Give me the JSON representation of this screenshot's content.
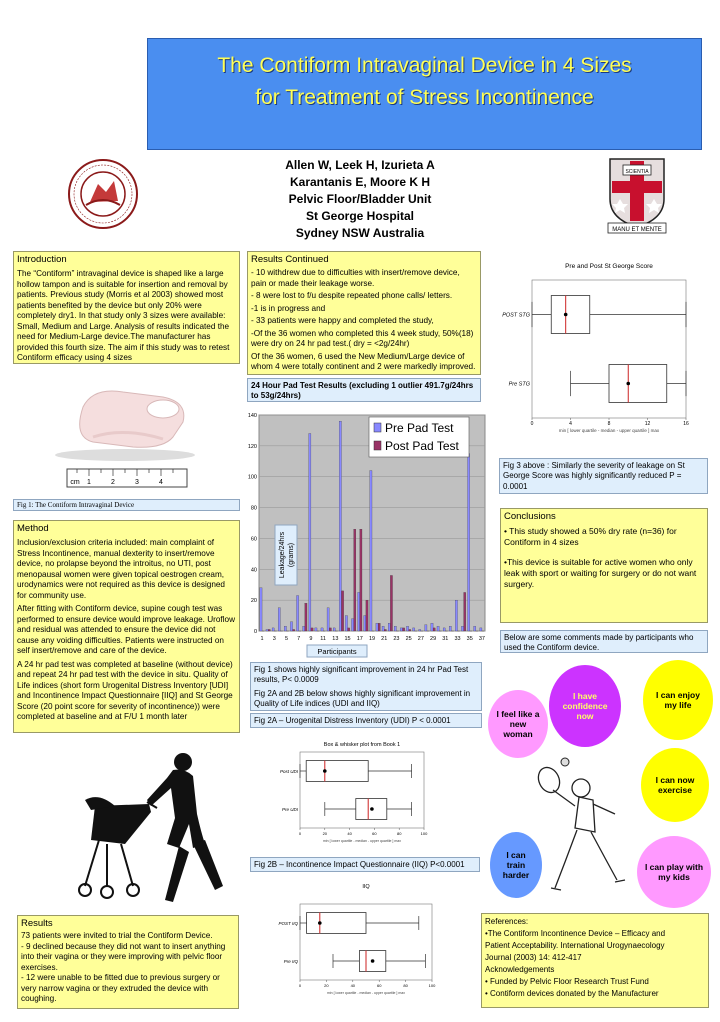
{
  "title": {
    "line1": "The Contiform Intravaginal Device in 4 Sizes",
    "line2": "for Treatment of Stress Incontinence"
  },
  "authors": [
    "Allen W, Leek H, Izurieta A",
    "Karantanis E, Moore K H",
    "Pelvic Floor/Bladder Unit",
    "St  George Hospital",
    "Sydney NSW Australia"
  ],
  "logo_left": {
    "icon": "st-george-hospital-seal-icon"
  },
  "logo_right": {
    "icon": "unsw-crest-icon",
    "motto": "MANU ET MENTE",
    "book": "SCIENTIA"
  },
  "introduction": {
    "heading": "Introduction",
    "text": "The “Contiform” intravaginal device is shaped like a large hollow tampon and is suitable for insertion and removal by patients. Previous study (Morris et al 2003) showed most patients benefited by the device but only 20% were completely dry1. In that study only 3 sizes were available: Small, Medium and Large. Analysis of results indicated the need for Medium-Large device.The manufacturer has provided this fourth size. The aim if this study was to retest Contiform efficacy using 4 sizes"
  },
  "fig1_caption": "Fig 1: The Contiform Intravaginal Device",
  "ruler_labels": [
    "cm",
    "1",
    "2",
    "3",
    "4"
  ],
  "method": {
    "heading": "Method",
    "paragraphs": [
      "Inclusion/exclusion criteria included: main complaint of Stress Incontinence, manual dexterity to insert/remove device, no prolapse beyond the introitus, no UTI,  post menopausal women were given topical oestrogen cream, urodynamics were not required as this device is designed for community use.",
      "After  fitting with Contiform device, supine cough test was performed to ensure device would improve leakage. Uroflow and residual was attended to ensure the device did not cause any voiding difficulties. Patients were instructed on self insert/remove and care of the device.",
      "A 24 hr pad test was completed at baseline (without device) and repeat 24 hr pad test with the device in situ. Quality of Life indices (short form Urogenital Distress Inventory [UDI] and Incontinence Impact Questionnaire [IIQ]  and St George Score (20 point score for severity of incontinence)) were completed at baseline and at F/U 1 month later"
    ]
  },
  "results_continued": {
    "heading": "Results Continued",
    "items": [
      "- 10 withdrew due to difficulties with insert/remove device, pain or made their leakage worse.",
      "- 8 were lost to f/u despite repeated phone calls/ letters.",
      "-1 is in progress and",
      "- 33 patients were happy and completed the study,",
      "-Of the 36 women who completed this 4 week study, 50%(18) were dry on 24 hr pad test.( dry = <2g/24hr)",
      "Of the 36 women, 6 used the New Medium/Large device of whom 4 were totally continent and 2 were markedly improved."
    ]
  },
  "pad_chart_title": "24 Hour Pad Test Results (excluding 1 outlier 491.7g/24hrs to 53g/24hrs)",
  "fig1_desc": {
    "p1": "Fig 1 shows highly significant improvement in 24 hr  Pad Test  results, P< 0.0009",
    "p2": "Fig 2A and 2B below shows highly significant improvement in Quality of Life indices (UDI and IIQ)"
  },
  "fig2a_caption": "Fig 2A – Urogenital Distress Inventory (UDI) P < 0.0001",
  "fig2b_caption": "Fig 2B – Incontinence Impact Questionnaire (IIQ) P<0.0001",
  "fig3_caption": "Fig 3 above : Similarly the severity of leakage on St George Score was highly significantly reduced  P = 0.0001",
  "conclusions": {
    "heading": "Conclusions",
    "items": [
      "• This study showed a 50% dry rate (n=36) for Contiform in 4 sizes",
      "•This device is suitable for active women who only leak with sport or waiting for surgery or do not want surgery."
    ]
  },
  "comments_caption": "Below are some comments made by participants who used the Contiform device.",
  "bubbles": [
    {
      "text": "I have confidence now",
      "color": "#cc33ff"
    },
    {
      "text": "I can enjoy my life",
      "color": "#ffff00"
    },
    {
      "text": "I feel like a new woman",
      "color": "#ff99ff"
    },
    {
      "text": "I can now exercise",
      "color": "#ffff00"
    },
    {
      "text": "I can train harder",
      "color": "#6699ff"
    },
    {
      "text": "I can play with my kids",
      "color": "#ff99ff"
    }
  ],
  "results": {
    "heading": "Results",
    "items": [
      "73 patients were invited to trial the Contiform Device.",
      "- 9 declined because they did not want to insert anything into their vagina or they were improving with pelvic floor exercises.",
      "- 12 were unable to be fitted due to previous surgery or very narrow vagina or they extruded the device with coughing."
    ]
  },
  "references": {
    "items": [
      "References:",
      "•The Contiform Incontinence Device – Efficacy and",
      " Patient Acceptability. International Urogynaecology",
      " Journal (2003) 14: 412-417",
      "Acknowledgements",
      "• Funded by Pelvic Floor Research Trust Fund",
      "• Contiform devices donated by the Manufacturer"
    ]
  },
  "chart_data": [
    {
      "type": "bar",
      "title": "",
      "xlabel": "Participants",
      "ylabel": "Leakage/24hrs (grams)",
      "ylim": [
        0,
        140
      ],
      "yticks": [
        0,
        20,
        40,
        60,
        80,
        100,
        120,
        140
      ],
      "xtick_labels": [
        "1",
        "3",
        "5",
        "7",
        "9",
        "11",
        "13",
        "15",
        "17",
        "19",
        "21",
        "23",
        "25",
        "27",
        "29",
        "31",
        "33",
        "35",
        "37"
      ],
      "categories": [
        1,
        2,
        3,
        4,
        5,
        6,
        7,
        8,
        9,
        10,
        11,
        12,
        13,
        14,
        15,
        16,
        17,
        18,
        19,
        20,
        21,
        22,
        23,
        24,
        25,
        26,
        27,
        28,
        29,
        30,
        31,
        32,
        33,
        34,
        35,
        36,
        37
      ],
      "series": [
        {
          "name": "Pre Pad Test",
          "color": "#8888ff",
          "values": [
            28,
            1,
            2,
            15,
            3,
            6,
            23,
            3,
            128,
            2,
            2,
            15,
            2,
            136,
            10,
            8,
            25,
            10,
            104,
            5,
            3,
            5,
            3,
            2,
            3,
            2,
            1,
            4,
            5,
            3,
            2,
            3,
            20,
            3,
            115,
            3,
            2
          ]
        },
        {
          "name": "Post Pad Test",
          "color": "#993366",
          "values": [
            0,
            1,
            0,
            0,
            0,
            1,
            0,
            18,
            2,
            0,
            0,
            2,
            0,
            26,
            2,
            66,
            66,
            20,
            0,
            5,
            1,
            36,
            0,
            2,
            1,
            0,
            0,
            0,
            2,
            0,
            0,
            0,
            0,
            25,
            0,
            0,
            0
          ]
        }
      ],
      "legend": "top-right",
      "grid": true
    },
    {
      "type": "boxplot",
      "title": "Pre and Post St George Score",
      "xlabel": "min  [  lower quartile - median - upper quartile  ]  max",
      "xlim": [
        0,
        16
      ],
      "xticks": [
        0,
        4,
        8,
        12,
        16
      ],
      "series": [
        {
          "name": "POST STG",
          "min": 0,
          "q1": 2,
          "median": 3.5,
          "mean": 3.5,
          "q3": 6,
          "max": 16
        },
        {
          "name": "Pre STG",
          "min": 4,
          "q1": 8,
          "median": 10,
          "mean": 10,
          "q3": 14,
          "max": 16
        }
      ]
    },
    {
      "type": "boxplot",
      "title": "Box & whisker plot from Book 1",
      "xlabel": "min  [  lower quartile - median - upper quartile  ]  max",
      "xlim": [
        0,
        100
      ],
      "xticks": [
        0,
        20,
        40,
        60,
        80,
        100
      ],
      "series": [
        {
          "name": "Post UDI",
          "min": 0,
          "q1": 5,
          "median": 20,
          "mean": 20,
          "q3": 55,
          "max": 90
        },
        {
          "name": "Pre UDI",
          "min": 20,
          "q1": 45,
          "median": 55,
          "mean": 58,
          "q3": 70,
          "max": 90
        }
      ]
    },
    {
      "type": "boxplot",
      "title": "IIQ",
      "xlabel": "min  [  lower quartile - median - upper quartile  ]  max",
      "xlim": [
        0,
        100
      ],
      "xticks": [
        0,
        20,
        40,
        60,
        80,
        100
      ],
      "series": [
        {
          "name": "POST IIQ",
          "min": 0,
          "q1": 5,
          "median": 15,
          "mean": 15,
          "q3": 50,
          "max": 90
        },
        {
          "name": "Pre IIQ",
          "min": 25,
          "q1": 45,
          "median": 50,
          "mean": 55,
          "q3": 65,
          "max": 95
        }
      ]
    }
  ]
}
